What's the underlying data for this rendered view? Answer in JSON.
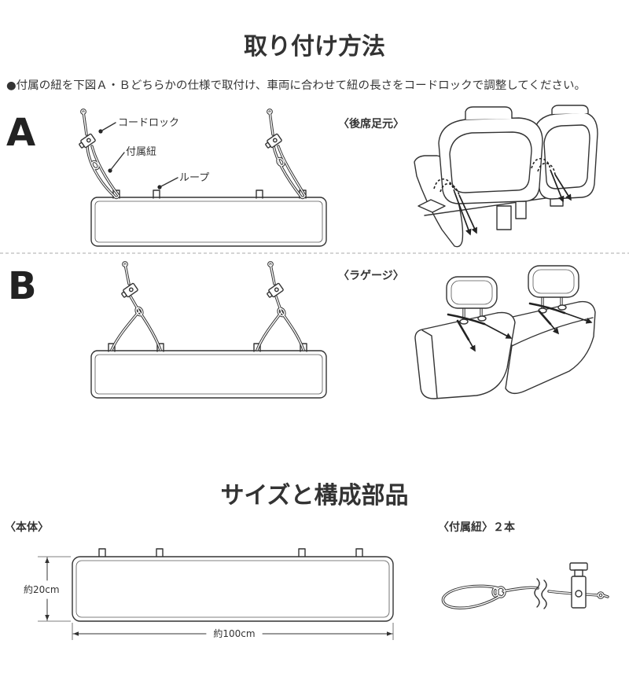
{
  "install": {
    "title": "取り付け方法",
    "instruction": "●付属の紐を下図Ａ・Ｂどちらかの仕様で取付け、車両に合わせて紐の長さをコードロックで調整してください。",
    "method_a": {
      "label": "A",
      "callout_cord_lock": "コードロック",
      "callout_cord": "付属紐",
      "callout_loop": "ループ",
      "location": "〈後席足元〉"
    },
    "method_b": {
      "label": "B",
      "location": "〈ラゲージ〉"
    }
  },
  "components": {
    "title": "サイズと構成部品",
    "body_label": "〈本体〉",
    "body_height": "約20cm",
    "body_width": "約100cm",
    "cord_label": "〈付属紐〉２本"
  },
  "colors": {
    "ink": "#333333",
    "divider": "#aaaaaa"
  }
}
